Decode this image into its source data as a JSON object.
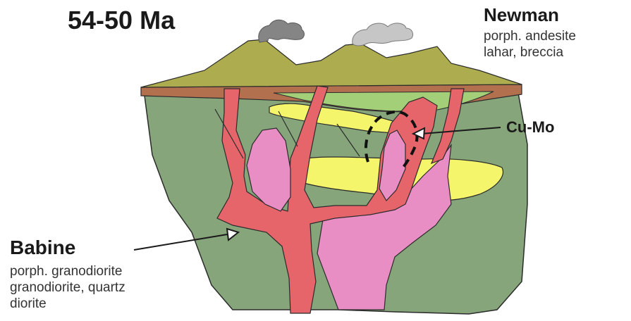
{
  "title": "54-50 Ma",
  "newman": {
    "name": "Newman",
    "lines": [
      "porph. andesite",
      "lahar, breccia"
    ]
  },
  "cumo": {
    "name": "Cu-Mo"
  },
  "babine": {
    "name": "Babine",
    "lines": [
      "porph. granodiorite",
      "granodiorite, quartz",
      "diorite"
    ]
  },
  "colors": {
    "host_rock": "#86a57a",
    "volcanic_cover": "#adad4f",
    "sediment_band": "#b3704f",
    "light_green_lens": "#a4cf79",
    "dyke_red": "#e5656a",
    "stock_pink": "#e98ec5",
    "yellow_lens": "#f5f56b",
    "plume_dark": "#858585",
    "plume_light": "#c6c6c6",
    "outline": "#2b2b2b"
  }
}
